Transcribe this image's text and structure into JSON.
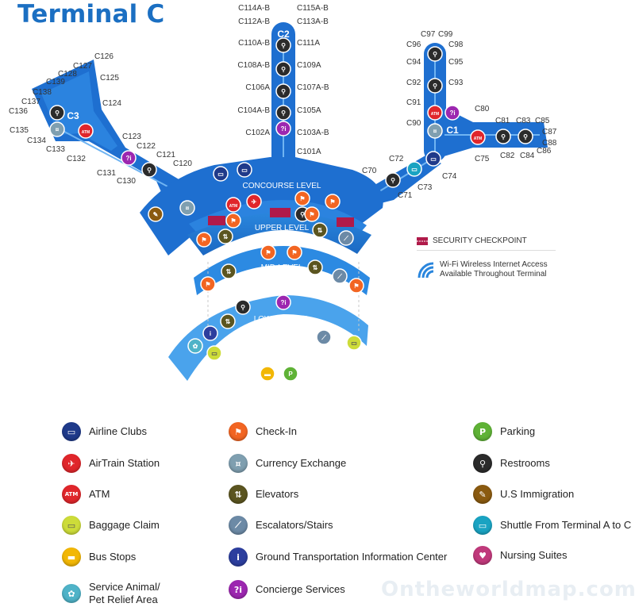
{
  "title": "Terminal C",
  "concourses": {
    "c1": "C1",
    "c2": "C2",
    "c3": "C3",
    "concourse_level": "CONCOURSE LEVEL",
    "upper_level": "UPPER LEVEL",
    "mid_level": "MID-LEVEL",
    "lower_level": "LOWER LEVEL"
  },
  "gates": {
    "c2_left": [
      "C114A-B",
      "C112A-B",
      "C110A-B",
      "C108A-B",
      "C106A",
      "C104A-B",
      "C102A"
    ],
    "c2_right": [
      "C115A-B",
      "C113A-B",
      "C111A",
      "C109A",
      "C107A-B",
      "C105A",
      "C103A-B",
      "C101A"
    ],
    "c3": [
      "C126",
      "C127",
      "C128",
      "C125",
      "C139",
      "C138",
      "C137",
      "C136",
      "C124",
      "C135",
      "C134",
      "C133",
      "C132",
      "C123",
      "C122",
      "C121",
      "C120",
      "C131",
      "C130"
    ],
    "c1": [
      "C97",
      "C99",
      "C96",
      "C98",
      "C94",
      "C95",
      "C92",
      "C93",
      "C91",
      "C80",
      "C90",
      "C81",
      "C83",
      "C85",
      "C87",
      "C88",
      "C82",
      "C84",
      "C86",
      "C75",
      "C74",
      "C72",
      "C70",
      "C71",
      "C73"
    ]
  },
  "keys": {
    "security": "SECURITY CHECKPOINT",
    "wifi_line1": "Wi-Fi Wireless Internet Access",
    "wifi_line2": "Available Throughout Terminal"
  },
  "legend": [
    {
      "label": "Airline Clubs",
      "icon": "airline-clubs-icon",
      "color": "#1f3a8a",
      "glyph": "▭"
    },
    {
      "label": "AirTrain Station",
      "icon": "airtrain-icon",
      "color": "#e0262b",
      "glyph": "✈"
    },
    {
      "label": "ATM",
      "icon": "atm-icon",
      "color": "#e0262b",
      "glyph": "ATM"
    },
    {
      "label": "Baggage Claim",
      "icon": "baggage-claim-icon",
      "color": "#cddc39",
      "glyph": "▭"
    },
    {
      "label": "Bus Stops",
      "icon": "bus-stop-icon",
      "color": "#f2b705",
      "glyph": "▬"
    },
    {
      "label": "Service Animal/\nPet Relief Area",
      "icon": "pet-relief-icon",
      "color": "#4fb3c8",
      "glyph": "✿"
    },
    {
      "label": "Check-In",
      "icon": "check-in-icon",
      "color": "#f26522",
      "glyph": "⚑"
    },
    {
      "label": "Currency Exchange",
      "icon": "currency-exchange-icon",
      "color": "#7f9fb0",
      "glyph": "¤"
    },
    {
      "label": "Elevators",
      "icon": "elevator-icon",
      "color": "#5b5520",
      "glyph": "⇅"
    },
    {
      "label": "Escalators/Stairs",
      "icon": "escalator-icon",
      "color": "#6c8aa6",
      "glyph": "⟋"
    },
    {
      "label": "Ground Transportation Information Center",
      "icon": "ground-transportation-icon",
      "color": "#2c3e9e",
      "glyph": "i"
    },
    {
      "label": "Concierge Services",
      "icon": "concierge-icon",
      "color": "#9c27b0",
      "glyph": "?i"
    },
    {
      "label": "Parking",
      "icon": "parking-icon",
      "color": "#5fb236",
      "glyph": "P"
    },
    {
      "label": "Restrooms",
      "icon": "restroom-icon",
      "color": "#2b2b2b",
      "glyph": "⚲"
    },
    {
      "label": "U.S Immigration",
      "icon": "immigration-icon",
      "color": "#8a5a10",
      "glyph": "✎"
    },
    {
      "label": "Shuttle From Terminal A to C",
      "icon": "shuttle-icon",
      "color": "#1aa3c2",
      "glyph": "▭"
    },
    {
      "label": "Nursing Suites",
      "icon": "nursing-suite-icon",
      "color": "#c0397b",
      "glyph": "♥"
    }
  ],
  "watermark": "Ontheworldmap.com"
}
